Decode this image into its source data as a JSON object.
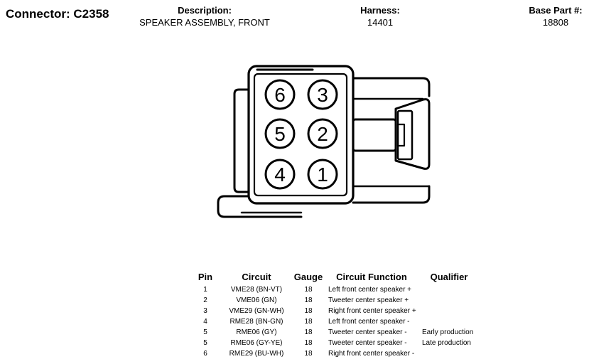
{
  "connector": {
    "title": "Connector: C2358"
  },
  "header": {
    "description_label": "Description:",
    "description_value": "SPEAKER ASSEMBLY, FRONT",
    "harness_label": "Harness:",
    "harness_value": "14401",
    "base_part_label": "Base Part #:",
    "base_part_value": "18808"
  },
  "diagram": {
    "pin_labels": [
      "6",
      "3",
      "5",
      "2",
      "4",
      "1"
    ]
  },
  "table": {
    "headers": {
      "pin": "Pin",
      "circuit": "Circuit",
      "gauge": "Gauge",
      "function": "Circuit Function",
      "qualifier": "Qualifier"
    },
    "rows": [
      {
        "pin": "1",
        "circuit": "VME28 (BN-VT)",
        "gauge": "18",
        "function": "Left front center speaker +",
        "qualifier": ""
      },
      {
        "pin": "2",
        "circuit": "VME06 (GN)",
        "gauge": "18",
        "function": "Tweeter center speaker +",
        "qualifier": ""
      },
      {
        "pin": "3",
        "circuit": "VME29 (GN-WH)",
        "gauge": "18",
        "function": "Right front center speaker +",
        "qualifier": ""
      },
      {
        "pin": "4",
        "circuit": "RME28 (BN-GN)",
        "gauge": "18",
        "function": "Left front center speaker -",
        "qualifier": ""
      },
      {
        "pin": "5",
        "circuit": "RME06 (GY)",
        "gauge": "18",
        "function": "Tweeter center speaker -",
        "qualifier": "Early production"
      },
      {
        "pin": "5",
        "circuit": "RME06 (GY-YE)",
        "gauge": "18",
        "function": "Tweeter center speaker -",
        "qualifier": "Late production"
      },
      {
        "pin": "6",
        "circuit": "RME29 (BU-WH)",
        "gauge": "18",
        "function": "Right front center speaker -",
        "qualifier": ""
      }
    ]
  }
}
